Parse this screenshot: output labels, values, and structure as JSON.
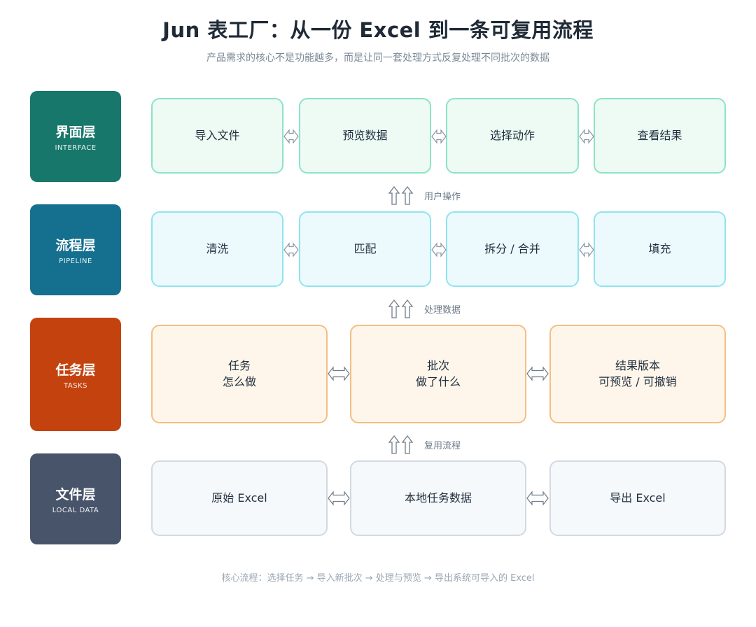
{
  "title": "Jun 表工厂：从一份 Excel 到一条可复用流程",
  "subtitle": "产品需求的核心不是功能越多，而是让同一套处理方式反复处理不同批次的数据",
  "layers": [
    {
      "name": "界面层",
      "en": "INTERFACE",
      "color": "#17776b",
      "cards": [
        {
          "line1": "导入文件"
        },
        {
          "line1": "预览数据"
        },
        {
          "line1": "选择动作"
        },
        {
          "line1": "查看结果"
        }
      ]
    },
    {
      "name": "流程层",
      "en": "PIPELINE",
      "color": "#156f8f",
      "cards": [
        {
          "line1": "清洗"
        },
        {
          "line1": "匹配"
        },
        {
          "line1": "拆分 / 合并"
        },
        {
          "line1": "填充"
        }
      ]
    },
    {
      "name": "任务层",
      "en": "TASKS",
      "color": "#c4420e",
      "cards": [
        {
          "line1": "任务",
          "line2": "怎么做"
        },
        {
          "line1": "批次",
          "line2": "做了什么"
        },
        {
          "line1": "结果版本",
          "line2": "可预览 / 可撤销"
        }
      ]
    },
    {
      "name": "文件层",
      "en": "LOCAL DATA",
      "color": "#47546a",
      "cards": [
        {
          "line1": "原始 Excel"
        },
        {
          "line1": "本地任务数据"
        },
        {
          "line1": "导出 Excel"
        }
      ]
    }
  ],
  "arrows": [
    "用户操作",
    "处理数据",
    "复用流程"
  ],
  "footer": "核心流程：选择任务 → 导入新批次 → 处理与预览 → 导出系统可导入的 Excel"
}
